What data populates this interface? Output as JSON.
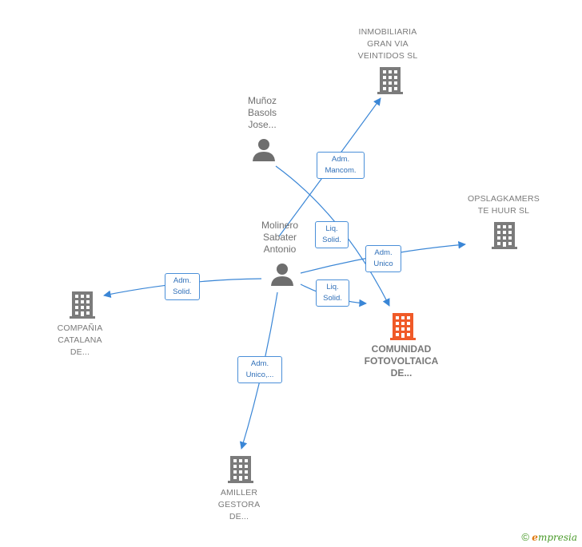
{
  "colors": {
    "edge": "#3a86d6",
    "building": "#7b7b7b",
    "focus_building": "#f05a28",
    "person": "#6e6e6e"
  },
  "nodes": {
    "inmobiliaria": {
      "label": "INMOBILIARIA\nGRAN VIA\nVEINTIDOS SL",
      "icon": "building-icon"
    },
    "munoz": {
      "label": "Muñoz\nBasols\nJose...",
      "icon": "person-icon"
    },
    "opslag": {
      "label": "OPSLAGKAMERS\nTE HUUR  SL",
      "icon": "building-icon"
    },
    "molinero": {
      "label": "Molinero\nSabater\nAntonio",
      "icon": "person-icon"
    },
    "compania": {
      "label": "COMPAÑIA\nCATALANA\nDE...",
      "icon": "building-icon"
    },
    "comunidad": {
      "label": "COMUNIDAD\nFOTOVOLTAICA\nDE...",
      "icon": "building-icon"
    },
    "amiller": {
      "label": "AMILLER\nGESTORA\nDE...",
      "icon": "building-icon"
    }
  },
  "edges": {
    "adm_mancom": "Adm.\nMancom.",
    "liq_solid_1": "Liq.\nSolid.",
    "adm_unico": "Adm.\nUnico",
    "adm_solid": "Adm.\nSolid.",
    "liq_solid_2": "Liq.\nSolid.",
    "adm_unico_2": "Adm.\nUnico,..."
  },
  "footer": {
    "copyright": "©",
    "brand_e": "e",
    "brand_rest": "mpresia"
  }
}
